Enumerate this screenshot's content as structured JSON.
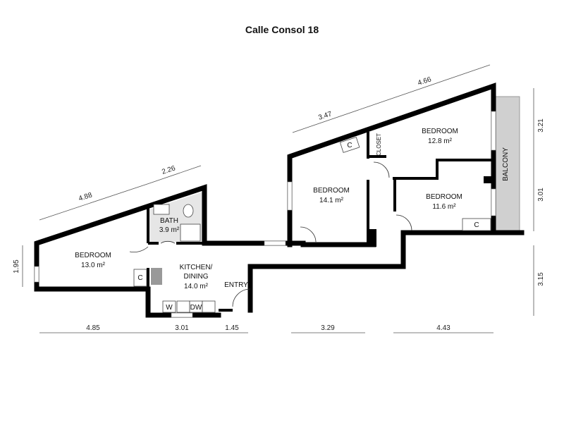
{
  "title": "Calle Consol 18",
  "rooms": {
    "bedroom_left": {
      "name": "BEDROOM",
      "area": "13.0 m²"
    },
    "bath": {
      "name": "BATH",
      "area": "3.9 m²"
    },
    "kitchen": {
      "name_line1": "KITCHEN/",
      "name_line2": "DINING",
      "area": "14.0 m²"
    },
    "entry": {
      "name": "ENTRY"
    },
    "bedroom_mid": {
      "name": "BEDROOM",
      "area": "14.1 m²"
    },
    "bedroom_top_right": {
      "name": "BEDROOM",
      "area": "12.8 m²"
    },
    "bedroom_bottom_right": {
      "name": "BEDROOM",
      "area": "11.6 m²"
    },
    "closet": {
      "name": "CLOSET"
    },
    "balcony": {
      "name": "BALCONY"
    }
  },
  "fixtures": {
    "closet_mark": "C",
    "washer": "W",
    "dishwasher": "DW"
  },
  "dimensions": {
    "top_left_1": "4.88",
    "top_left_2": "2.26",
    "top_right_1": "3.47",
    "top_right_2": "4.66",
    "left_side": "1.95",
    "right_1": "3.21",
    "right_2": "3.01",
    "right_3": "3.15",
    "bottom": [
      "4.85",
      "3.01",
      "1.45",
      "3.29",
      "4.43"
    ]
  },
  "colors": {
    "wall": "#000000",
    "balcony": "#d0d0d0",
    "bath_floor": "#e6e6e6"
  }
}
